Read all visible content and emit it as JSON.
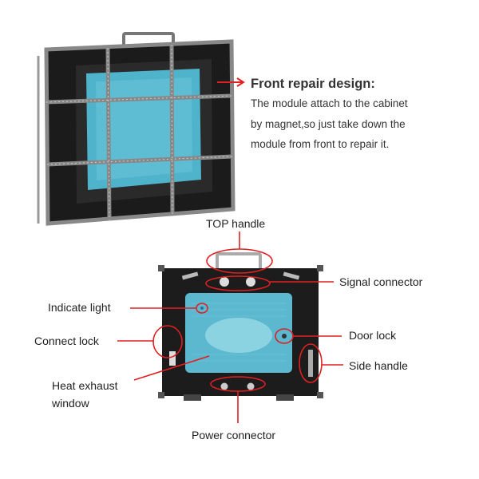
{
  "front_repair": {
    "title": "Front repair design:",
    "lines": [
      "The module attach to the cabinet",
      "by magnet,so just take down the",
      "module from front to repair it."
    ]
  },
  "callouts": {
    "top_handle": "TOP handle",
    "signal_connector": "Signal connector",
    "indicate_light": "Indicate light",
    "connect_lock": "Connect lock",
    "door_lock": "Door lock",
    "side_handle": "Side handle",
    "heat_exhaust_1": "Heat exhaust",
    "heat_exhaust_2": "window",
    "power_connector": "Power connector"
  },
  "colors": {
    "callout": "#e02020",
    "module": "#5bb8cf",
    "cabinet": "#1e1e1e"
  }
}
